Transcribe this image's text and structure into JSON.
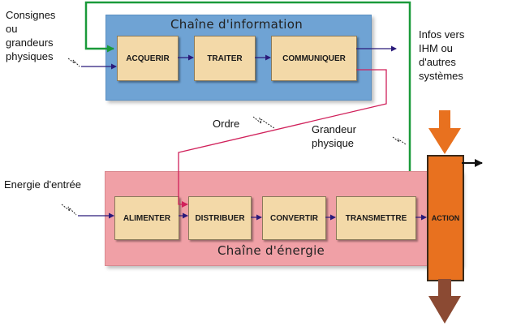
{
  "info_chain": {
    "title": "Chaîne d'information",
    "blocks": [
      "ACQUERIR",
      "TRAITER",
      "COMMUNIQUER"
    ]
  },
  "energy_chain": {
    "title": "Chaîne d'énergie",
    "blocks": [
      "ALIMENTER",
      "DISTRIBUER",
      "CONVERTIR",
      "TRANSMETTRE"
    ]
  },
  "action_label": "ACTION",
  "labels": {
    "consignes": [
      "Consignes",
      "ou",
      "grandeurs",
      "physiques"
    ],
    "infos": [
      "Infos vers",
      "IHM ou",
      "d'autres",
      "systèmes"
    ],
    "ordre": "Ordre",
    "grandeur": [
      "Grandeur",
      "physique"
    ],
    "energie": "Energie d'entrée"
  },
  "colors": {
    "info_panel": "#6fa3d4",
    "energy_panel": "#f0a0a6",
    "block": "#f3d9a8",
    "action": "#e8711f",
    "feedback_line": "#1a9a3a",
    "order_line": "#d0205a",
    "flow_arrow": "#2a1a7a"
  }
}
